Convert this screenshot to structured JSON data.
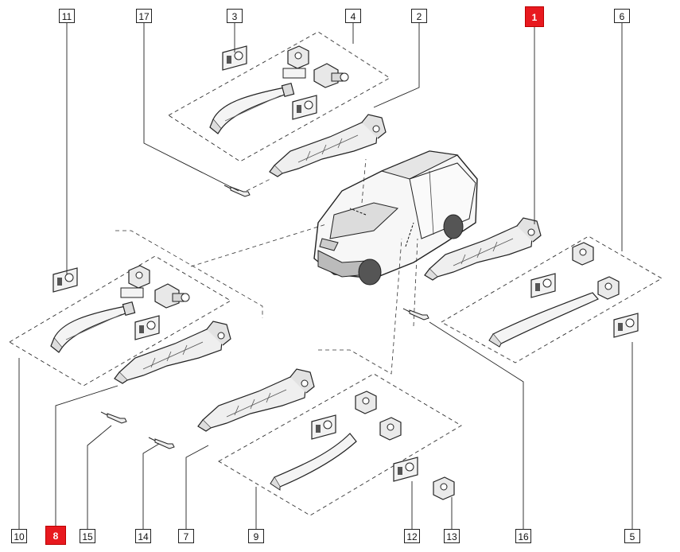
{
  "highlight_color": "#e8191f",
  "callouts": [
    {
      "id": "c11",
      "label": "11",
      "highlight": false
    },
    {
      "id": "c17",
      "label": "17",
      "highlight": false
    },
    {
      "id": "c3",
      "label": "3",
      "highlight": false
    },
    {
      "id": "c4",
      "label": "4",
      "highlight": false
    },
    {
      "id": "c2",
      "label": "2",
      "highlight": false
    },
    {
      "id": "c1",
      "label": "1",
      "highlight": true
    },
    {
      "id": "c6",
      "label": "6",
      "highlight": false
    },
    {
      "id": "c10",
      "label": "10",
      "highlight": false
    },
    {
      "id": "c8",
      "label": "8",
      "highlight": true
    },
    {
      "id": "c15",
      "label": "15",
      "highlight": false
    },
    {
      "id": "c14",
      "label": "14",
      "highlight": false
    },
    {
      "id": "c7",
      "label": "7",
      "highlight": false
    },
    {
      "id": "c9",
      "label": "9",
      "highlight": false
    },
    {
      "id": "c12",
      "label": "12",
      "highlight": false
    },
    {
      "id": "c13",
      "label": "13",
      "highlight": false
    },
    {
      "id": "c16",
      "label": "16",
      "highlight": false
    },
    {
      "id": "c5",
      "label": "5",
      "highlight": false
    }
  ]
}
